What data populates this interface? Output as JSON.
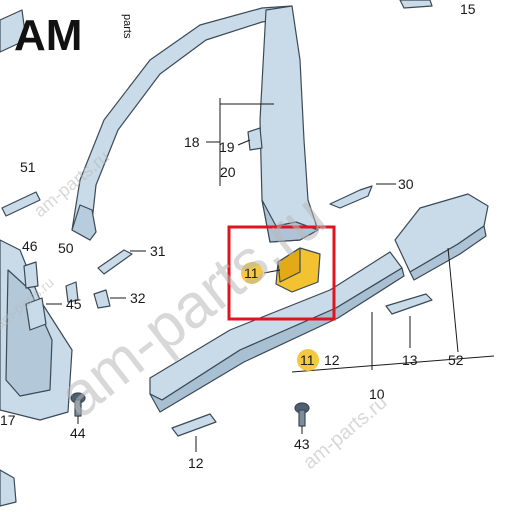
{
  "logo": {
    "brand": "AM",
    "suffix": "parts"
  },
  "watermarks": [
    "am-parts.ru",
    "am-parts.ru",
    "am-parts.ru",
    "am-parts.ru"
  ],
  "callouts": {
    "c15": "15",
    "c18": "18",
    "c19": "19",
    "c20": "20",
    "c30": "30",
    "c51": "51",
    "c46": "46",
    "c50": "50",
    "c31": "31",
    "c45": "45",
    "c32": "32",
    "c11a": "11",
    "c11b": "11",
    "c12a": "12",
    "c13": "13",
    "c52": "52",
    "c10": "10",
    "c17": "17",
    "c44": "44",
    "c12b": "12",
    "c43": "43"
  },
  "colors": {
    "part_fill": "#c9dbe8",
    "part_stroke": "#3b4a57",
    "highlight_box": "#e0141e",
    "highlight_part": "#f2c230",
    "badge_fill": "#f5c842"
  }
}
